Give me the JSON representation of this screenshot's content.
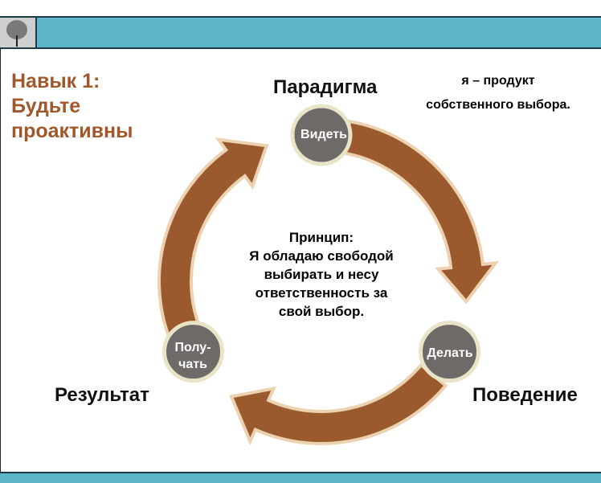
{
  "title": [
    "Навык 1:",
    "Будьте",
    "проактивны"
  ],
  "quote": [
    "я – продукт",
    "собственного выбора."
  ],
  "labels": {
    "paradigm": "Парадигма",
    "behavior": "Поведение",
    "result": "Результат"
  },
  "nodes": {
    "see": "Видеть",
    "do": "Делать",
    "get1": "Полу-",
    "get2": "чать"
  },
  "principle": [
    "Принцип:",
    "Я обладаю свободой",
    "выбирать и несу",
    "ответственность за",
    "свой выбор."
  ],
  "colors": {
    "arrow": "#9b5a2e",
    "arrow_edge": "#ecd2b0",
    "node": "#6d6a67",
    "node_edge": "#e9e3c8",
    "bar": "#5fb6c9",
    "title": "#a0582a"
  }
}
